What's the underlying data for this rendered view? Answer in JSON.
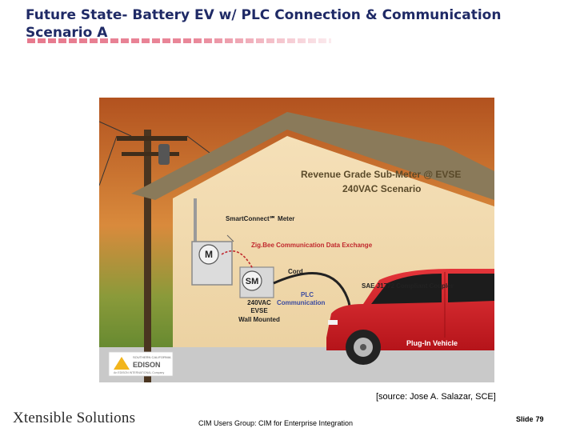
{
  "slide": {
    "title_line1": "Future State- Battery EV w/ PLC Connection & Communication",
    "title_line2": "Scenario A",
    "source": "[source: Jose A. Salazar, SCE]",
    "brand": "Xtensible Solutions",
    "footer": "CIM Users Group: CIM for Enterprise Integration",
    "slide_label": "Slide",
    "slide_number": "79"
  },
  "diagram": {
    "heading_line1": "Revenue Grade Sub-Meter @ EVSE",
    "heading_line2": "240VAC Scenario",
    "smartconnect": "SmartConnect℠ Meter",
    "zigbee": "Zig.Bee Communication Data Exchange",
    "meter_m": "M",
    "meter_sm": "SM",
    "cord": "Cord",
    "plc_line1": "PLC",
    "plc_line2": "Communication",
    "coupler": "SAE J1772 Compliant Coupler",
    "evse_line1": "240VAC",
    "evse_line2": "EVSE",
    "evse_line3": "Wall Mounted",
    "vehicle": "Plug-In Vehicle",
    "logo_small": "SOUTHERN CALIFORNIA",
    "logo_main": "EDISON",
    "logo_sub": "An EDISON INTERNATIONAL Company"
  },
  "colors": {
    "title": "#1f2a66",
    "sky": "#c2682a",
    "wall": "#f2d9ad",
    "ground": "#c9c9c9",
    "car": "#d71d23",
    "heading": "#5a4a2a",
    "zigbee": "#c0272d",
    "plc": "#3a4aa0"
  }
}
